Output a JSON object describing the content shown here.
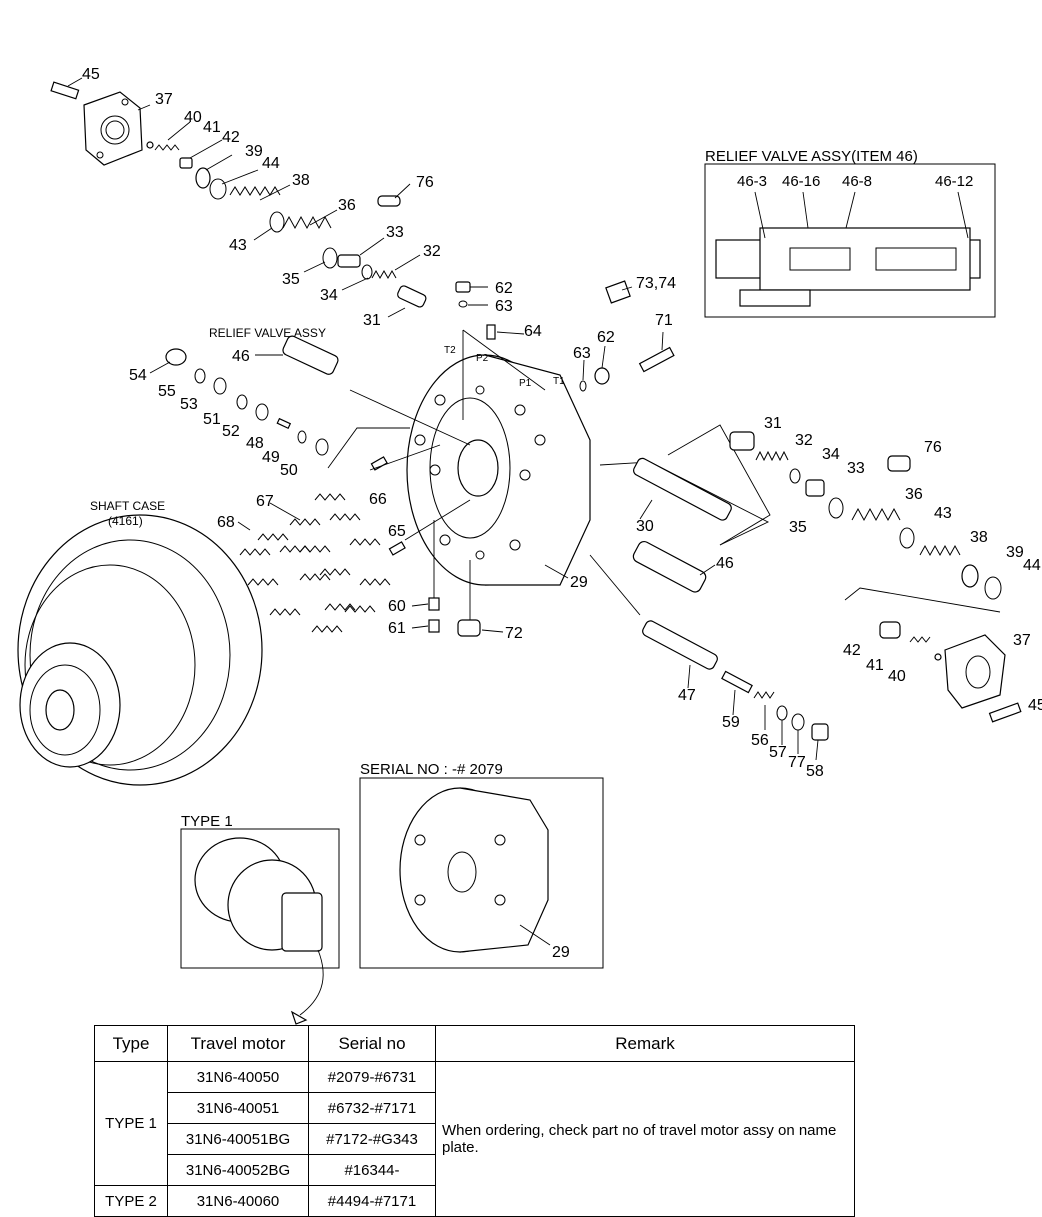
{
  "callouts": {
    "c45a": "45",
    "c37a": "37",
    "c40a": "40",
    "c41a": "41",
    "c42a": "42",
    "c39a": "39",
    "c44a": "44",
    "c38a": "38",
    "c36a": "36",
    "c43a": "43",
    "c33a": "33",
    "c35a": "35",
    "c32a": "32",
    "c34a": "34",
    "c31a": "31",
    "c76a": "76",
    "c62a": "62",
    "c63a": "63",
    "c64": "64",
    "c73_74": "73,74",
    "c71": "71",
    "c62b": "62",
    "c63b": "63",
    "c46a": "46",
    "c54": "54",
    "c55": "55",
    "c53": "53",
    "c51": "51",
    "c52": "52",
    "c48": "48",
    "c49": "49",
    "c50": "50",
    "c66": "66",
    "c67": "67",
    "c68": "68",
    "c65": "65",
    "c60": "60",
    "c61": "61",
    "c72": "72",
    "c29a": "29",
    "c31b": "31",
    "c32b": "32",
    "c34b": "34",
    "c33b": "33",
    "c76b": "76",
    "c35b": "35",
    "c36b": "36",
    "c43b": "43",
    "c38b": "38",
    "c39b": "39",
    "c44b": "44",
    "c30": "30",
    "c46b": "46",
    "c42b": "42",
    "c41b": "41",
    "c40b": "40",
    "c37b": "37",
    "c45b": "45",
    "c47": "47",
    "c59": "59",
    "c56": "56",
    "c57": "57",
    "c77": "77",
    "c58": "58",
    "c29b": "29",
    "t2": "T2",
    "p2": "P2",
    "p1": "P1",
    "t1": "T1"
  },
  "labels": {
    "relief_valve_assy": "RELIEF VALVE ASSY",
    "shaft_case": "SHAFT CASE",
    "shaft_case_no": "(4161)",
    "serial_no_title": "SERIAL NO : -# 2079",
    "type1_title": "TYPE 1"
  },
  "detail": {
    "title": "RELIEF VALVE ASSY(ITEM 46)",
    "parts": [
      "46-3",
      "46-16",
      "46-8",
      "46-12"
    ]
  },
  "table": {
    "headers": [
      "Type",
      "Travel motor",
      "Serial no",
      "Remark"
    ],
    "groups": [
      {
        "type": "TYPE 1",
        "rows": [
          {
            "motor": "31N6-40050",
            "serial": "#2079-#6731"
          },
          {
            "motor": "31N6-40051",
            "serial": "#6732-#7171"
          },
          {
            "motor": "31N6-40051BG",
            "serial": "#7172-#G343"
          },
          {
            "motor": "31N6-40052BG",
            "serial": "#16344-"
          }
        ]
      },
      {
        "type": "TYPE 2",
        "rows": [
          {
            "motor": "31N6-40060",
            "serial": "#4494-#7171"
          }
        ]
      }
    ],
    "remark": "When ordering, check part no of travel motor assy on name plate."
  }
}
